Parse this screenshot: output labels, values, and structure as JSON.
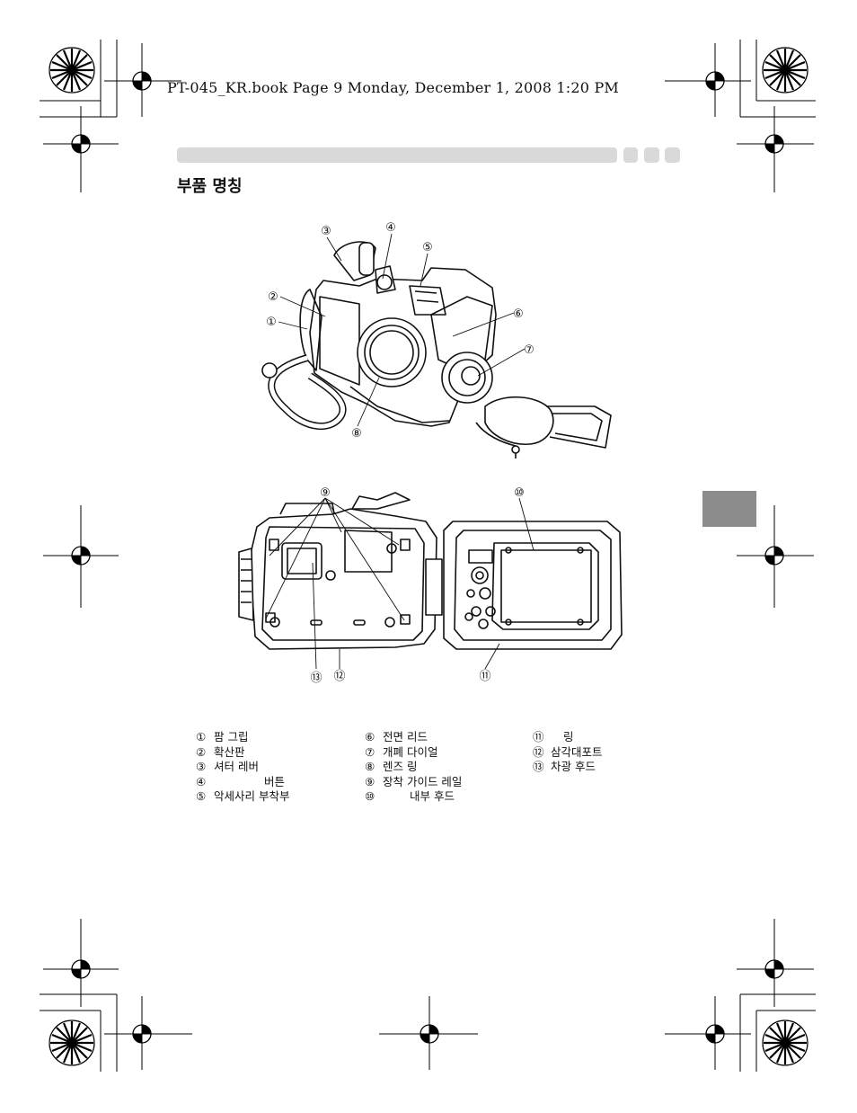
{
  "header": {
    "book_line": "PT-045_KR.book  Page 9  Monday, December 1, 2008  1:20 PM"
  },
  "section": {
    "title": "부품 명칭"
  },
  "callouts_top": [
    "③",
    "④",
    "⑤",
    "②",
    "①",
    "⑥",
    "⑦",
    "⑧"
  ],
  "callouts_bottom": [
    "⑨",
    "⑩",
    "⑬",
    "⑫",
    "⑪"
  ],
  "legend": {
    "col1": [
      {
        "num": "①",
        "label": "팜 그립"
      },
      {
        "num": "②",
        "label": "확산판"
      },
      {
        "num": "③",
        "label": "셔터 레버"
      },
      {
        "num": "④",
        "label": "버튼"
      },
      {
        "num": "⑤",
        "label": "악세사리 부착부"
      }
    ],
    "col2": [
      {
        "num": "⑥",
        "label": "전면 리드"
      },
      {
        "num": "⑦",
        "label": "개폐 다이얼"
      },
      {
        "num": "⑧",
        "label": "렌즈 링"
      },
      {
        "num": "⑨",
        "label": "장착 가이드 레일"
      },
      {
        "num": "⑩",
        "label": "내부 후드"
      }
    ],
    "col3": [
      {
        "num": "⑪",
        "label": "링"
      },
      {
        "num": "⑫",
        "label": "삼각대포트"
      },
      {
        "num": "⑬",
        "label": "차광 후드"
      }
    ]
  }
}
